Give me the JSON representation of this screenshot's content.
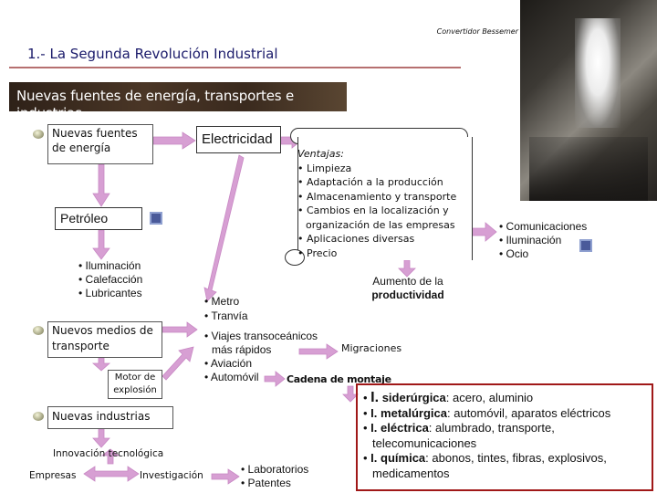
{
  "header": {
    "photo_caption": "Convertidor Bessemer",
    "title": "1.- La Segunda Revolución Industrial",
    "banner": "Nuevas fuentes de energía, transportes e industrias"
  },
  "energy": {
    "box_label": "Nuevas fuentes de energía",
    "electricity": "Electricidad",
    "advantages_title": "Ventajas:",
    "advantages": [
      "Limpieza",
      "Adaptación a la producción",
      "Almacenamiento y transporte",
      "Cambios en la localización y",
      "organización de las empresas",
      "Aplicaciones diversas",
      "Precio"
    ],
    "uses": [
      "Comunicaciones",
      "Iluminación",
      "Ocio"
    ],
    "productivity": "Aumento de la",
    "productivity_line2": "productividad",
    "petroleum": "Petróleo",
    "petroleum_uses": [
      "Iluminación",
      "Calefacción",
      "Lubricantes"
    ]
  },
  "transport": {
    "box_label": "Nuevos medios de transporte",
    "electric_means": [
      "Metro",
      "Tranvía"
    ],
    "motor": "Motor de explosión",
    "combustion_means": [
      "Viajes transoceánicos",
      "más rápidos",
      "Aviación",
      "Automóvil"
    ],
    "migrations": "Migraciones",
    "assembly_line": "Cadena de montaje"
  },
  "industries": {
    "box_label": "Nuevas industrias",
    "innovation": "Innovación tecnológica",
    "companies": "Empresas",
    "research": "Investigación",
    "research_results": [
      "Laboratorios",
      "Patentes"
    ],
    "list": [
      {
        "prefix": "I.",
        "name": "siderúrgica",
        "rest": ": acero, aluminio"
      },
      {
        "prefix": "I.",
        "name": "metalúrgica",
        "rest": ": automóvil, aparatos eléctricos"
      },
      {
        "prefix": "I.",
        "name": "eléctrica",
        "rest": ": alumbrado, transporte,"
      },
      {
        "prefix": "",
        "name": "",
        "rest": "telecomunicaciones"
      },
      {
        "prefix": "I.",
        "name": "química",
        "rest": ": abonos, tintes, fibras, explosivos,"
      },
      {
        "prefix": "",
        "name": "",
        "rest": "medicamentos"
      }
    ]
  },
  "colors": {
    "arrow": "#d79fd3",
    "banner_bg": "#3a2a1e",
    "rule_red": "#8b1a1a",
    "industries_border": "#a01818",
    "title": "#1a1a6a"
  }
}
